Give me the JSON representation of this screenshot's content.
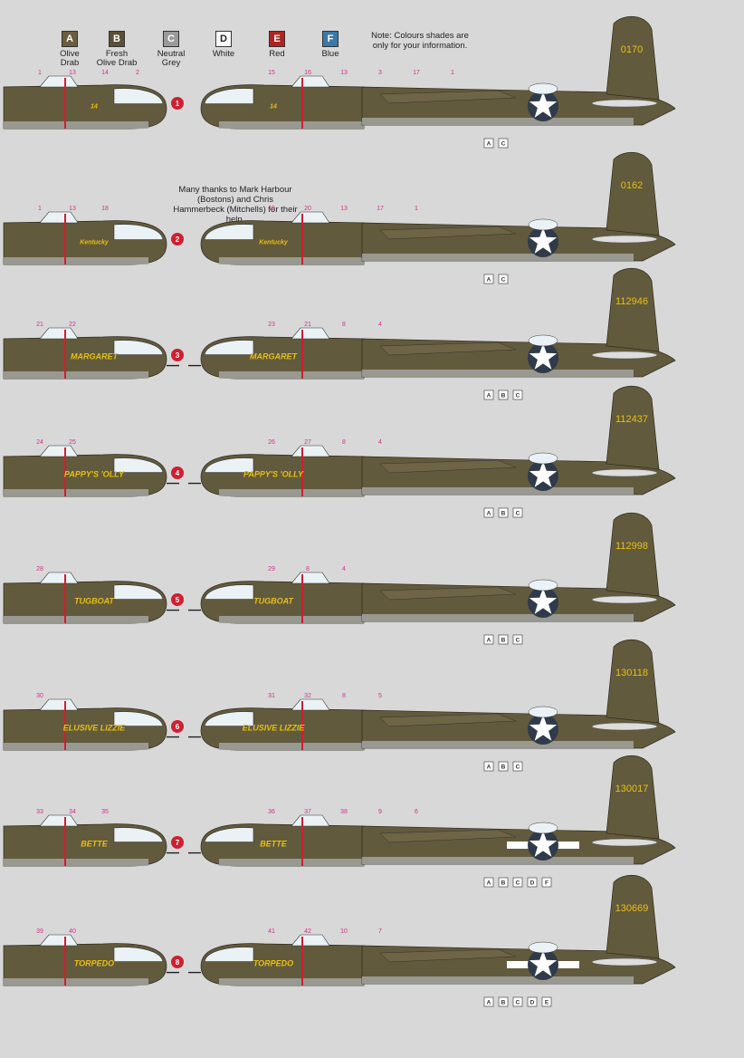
{
  "legend": [
    {
      "code": "A",
      "name": "Olive\nDrab",
      "color": "#6a5e3e",
      "text": "#ffffff"
    },
    {
      "code": "B",
      "name": "Fresh\nOlive Drab",
      "color": "#5a5038",
      "text": "#ffffff"
    },
    {
      "code": "C",
      "name": "Neutral\nGrey",
      "color": "#9a9a9a",
      "text": "#ffffff"
    },
    {
      "code": "D",
      "name": "White",
      "color": "#ffffff",
      "text": "#222222"
    },
    {
      "code": "E",
      "name": "Red",
      "color": "#b22222",
      "text": "#ffffff"
    },
    {
      "code": "F",
      "name": "Blue",
      "color": "#3c78a8",
      "text": "#ffffff"
    }
  ],
  "note": "Note:\nColours shades\nare only for\nyour information.",
  "thanks": "Many thanks\nto Mark Harbour\n(Bostons)\nand Chris Hammerbeck\n(Mitchells)\nfor their help.",
  "colors": {
    "olive": "#625a3c",
    "olive_dark": "#4f4830",
    "grey": "#a4a4a0",
    "glass": "#eaf2f6",
    "marker": "#d01f2f",
    "callout": "#d4308a",
    "serial": "#e8c010",
    "roundel": "#2f3a4a"
  },
  "profiles": [
    {
      "num": "1",
      "type": "boston",
      "serial": "0170",
      "left_callouts": [
        "1",
        "13",
        "14",
        "2"
      ],
      "right_callouts": [
        "15",
        "16",
        "13",
        "3",
        "17",
        "1"
      ],
      "nose_text": "14",
      "paints": [
        "A",
        "C"
      ]
    },
    {
      "num": "2",
      "type": "boston",
      "serial": "0162",
      "left_callouts": [
        "1",
        "13",
        "18"
      ],
      "right_callouts": [
        "19",
        "20",
        "13",
        "17",
        "1"
      ],
      "nose_text": "Kentucky",
      "paints": [
        "A",
        "C"
      ]
    },
    {
      "num": "3",
      "type": "mitchell",
      "serial": "112946",
      "left_callouts": [
        "21",
        "22"
      ],
      "right_callouts": [
        "23",
        "21",
        "8",
        "4"
      ],
      "nose_text": "MARGARET",
      "paints": [
        "A",
        "B",
        "C"
      ]
    },
    {
      "num": "4",
      "type": "mitchell",
      "serial": "112437",
      "left_callouts": [
        "24",
        "25"
      ],
      "right_callouts": [
        "26",
        "27",
        "8",
        "4"
      ],
      "nose_text": "PAPPY'S 'OLLY",
      "paints": [
        "A",
        "B",
        "C"
      ]
    },
    {
      "num": "5",
      "type": "mitchell",
      "serial": "112998",
      "left_callouts": [
        "28"
      ],
      "right_callouts": [
        "29",
        "8",
        "4"
      ],
      "nose_text": "TUGBOAT",
      "paints": [
        "A",
        "B",
        "C"
      ]
    },
    {
      "num": "6",
      "type": "mitchell",
      "serial": "130118",
      "left_callouts": [
        "30"
      ],
      "right_callouts": [
        "31",
        "32",
        "8",
        "5"
      ],
      "nose_text": "ELUSIVE LIZZIE",
      "paints": [
        "A",
        "B",
        "C"
      ]
    },
    {
      "num": "7",
      "type": "mitchell",
      "serial": "130017",
      "left_callouts": [
        "33",
        "34",
        "35"
      ],
      "right_callouts": [
        "36",
        "37",
        "38",
        "9",
        "6"
      ],
      "nose_text": "BETTE",
      "paints": [
        "A",
        "B",
        "C",
        "D",
        "F"
      ]
    },
    {
      "num": "8",
      "type": "mitchell",
      "serial": "130669",
      "left_callouts": [
        "39",
        "40"
      ],
      "right_callouts": [
        "41",
        "42",
        "10",
        "7"
      ],
      "nose_text": "TORPEDO",
      "paints": [
        "A",
        "B",
        "C",
        "D",
        "E"
      ]
    }
  ]
}
